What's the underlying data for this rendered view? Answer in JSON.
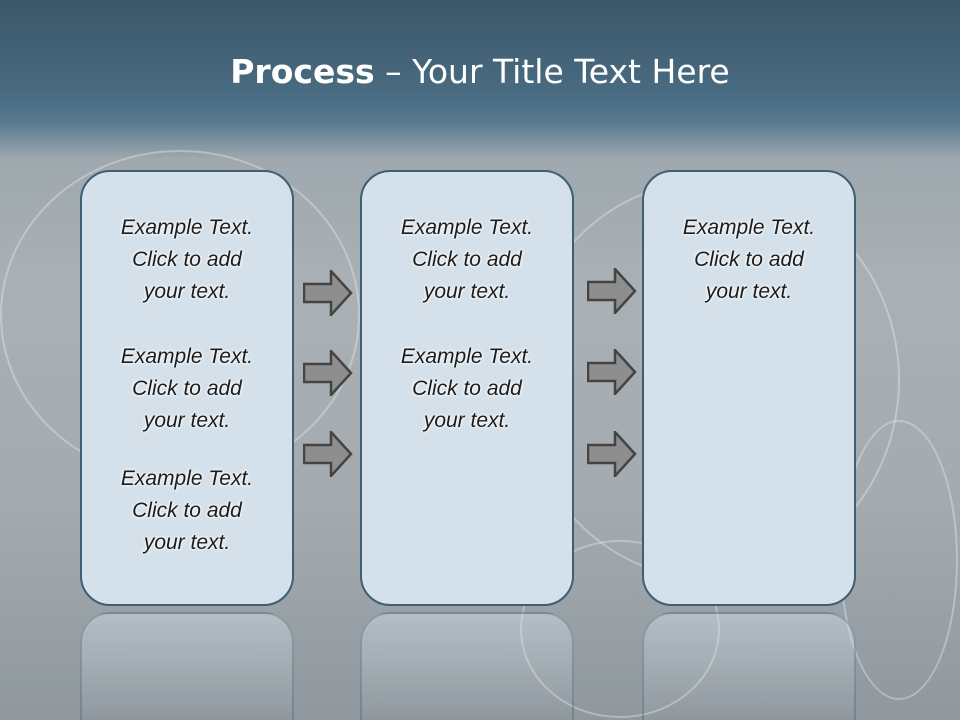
{
  "title": {
    "bold": "Process",
    "rest": " – Your Title Text Here"
  },
  "columns": [
    {
      "items": [
        {
          "line1": "Example Text.",
          "line2": "Click  to add",
          "line3": "your text."
        },
        {
          "line1": "Example Text.",
          "line2": "Click  to add",
          "line3": "your text."
        },
        {
          "line1": "Example Text.",
          "line2": "Click  to add",
          "line3": "your text."
        }
      ]
    },
    {
      "items": [
        {
          "line1": "Example Text.",
          "line2": "Click  to add",
          "line3": "your text."
        },
        {
          "line1": "Example Text.",
          "line2": "Click  to add",
          "line3": "your text."
        }
      ]
    },
    {
      "items": [
        {
          "line1": "Example Text.",
          "line2": "Click  to add",
          "line3": "your text."
        }
      ]
    }
  ],
  "colors": {
    "box_fill": "#d5e1ea",
    "box_border": "#3f5e74",
    "arrow_fill": "#8e8e8e",
    "arrow_stroke": "#444444",
    "header": "#4a6d83"
  }
}
